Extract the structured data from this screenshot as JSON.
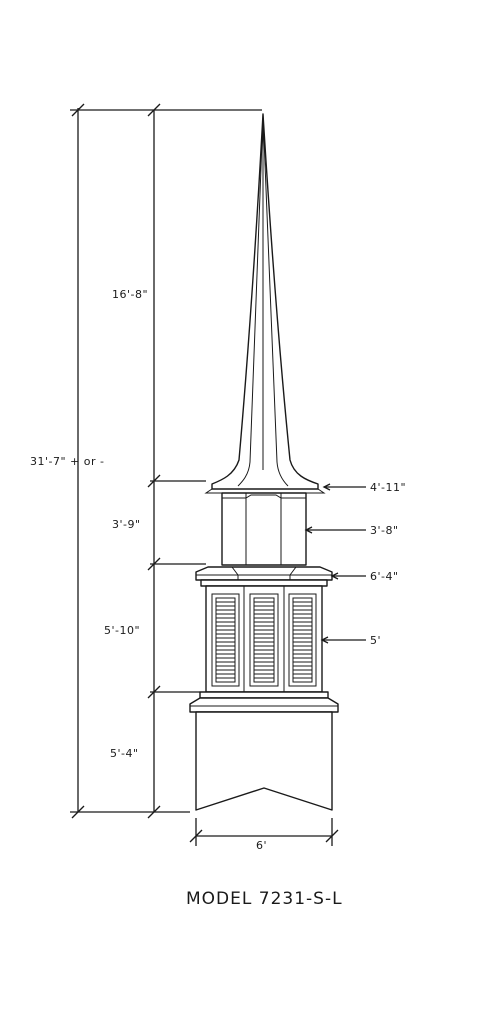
{
  "drawing": {
    "model_label": "MODEL 7231-S-L",
    "dimensions": {
      "overall_height": "31'-7\" + or -",
      "spire_height": "16'-8\"",
      "upper_band_width": "4'-11\"",
      "upper_section_height": "3'-9\"",
      "upper_section_width": "3'-8\"",
      "belfry_cap_width": "6'-4\"",
      "belfry_height": "5'-10\"",
      "belfry_width": "5'",
      "base_height": "5'-4\"",
      "base_width": "6'"
    }
  }
}
